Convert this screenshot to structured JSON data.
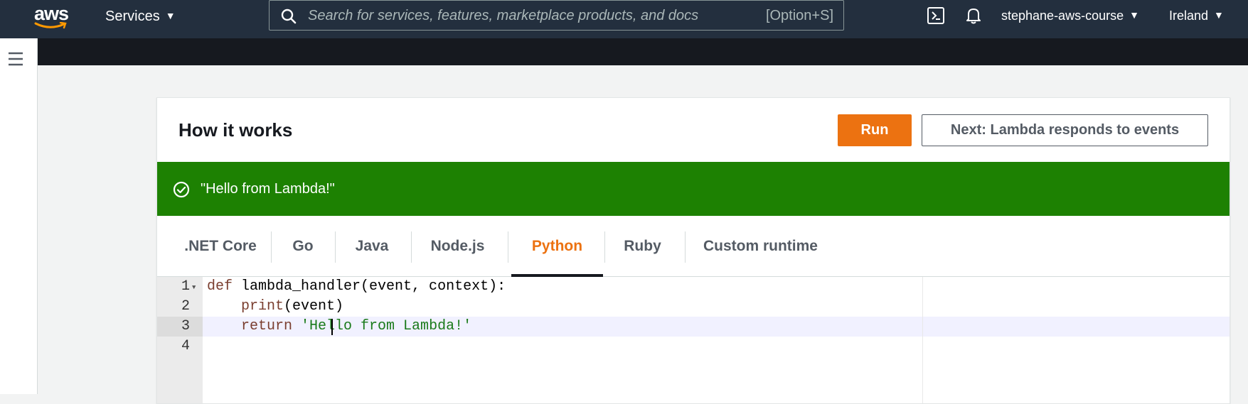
{
  "topnav": {
    "logo_text": "aws",
    "services_label": "Services",
    "search_placeholder": "Search for services, features, marketplace products, and docs",
    "search_shortcut": "[Option+S]",
    "account_label": "stephane-aws-course",
    "region_label": "Ireland",
    "icons": [
      "search-icon",
      "cloudshell-icon",
      "bell-icon",
      "caret-down-icon"
    ]
  },
  "sidebar": {
    "menu_icon": "hamburger-icon"
  },
  "panel": {
    "title": "How it works",
    "run_label": "Run",
    "next_label": "Next: Lambda responds to events",
    "flash_message": "\"Hello from Lambda!\"",
    "flash_icon": "check-circle-icon",
    "tabs": [
      {
        "label": ".NET Core"
      },
      {
        "label": "Go"
      },
      {
        "label": "Java"
      },
      {
        "label": "Node.js"
      },
      {
        "label": "Python",
        "active": true
      },
      {
        "label": "Ruby"
      },
      {
        "label": "Custom runtime"
      }
    ]
  },
  "editor": {
    "line_numbers": [
      "1",
      "2",
      "3",
      "4"
    ],
    "lines": [
      {
        "kw": "def",
        "rest": " lambda_handler(event, context):"
      },
      {
        "indent": "    ",
        "kw": "print",
        "rest": "(event)"
      },
      {
        "indent": "    ",
        "kw": "return",
        "str": " 'Hello from Lambda!'"
      },
      {
        "rest": ""
      }
    ]
  },
  "colors": {
    "nav_bg": "#232f3e",
    "accent_orange": "#ec7211",
    "success_green": "#1d8102",
    "text_dark": "#16191f",
    "text_secondary": "#545b64"
  }
}
